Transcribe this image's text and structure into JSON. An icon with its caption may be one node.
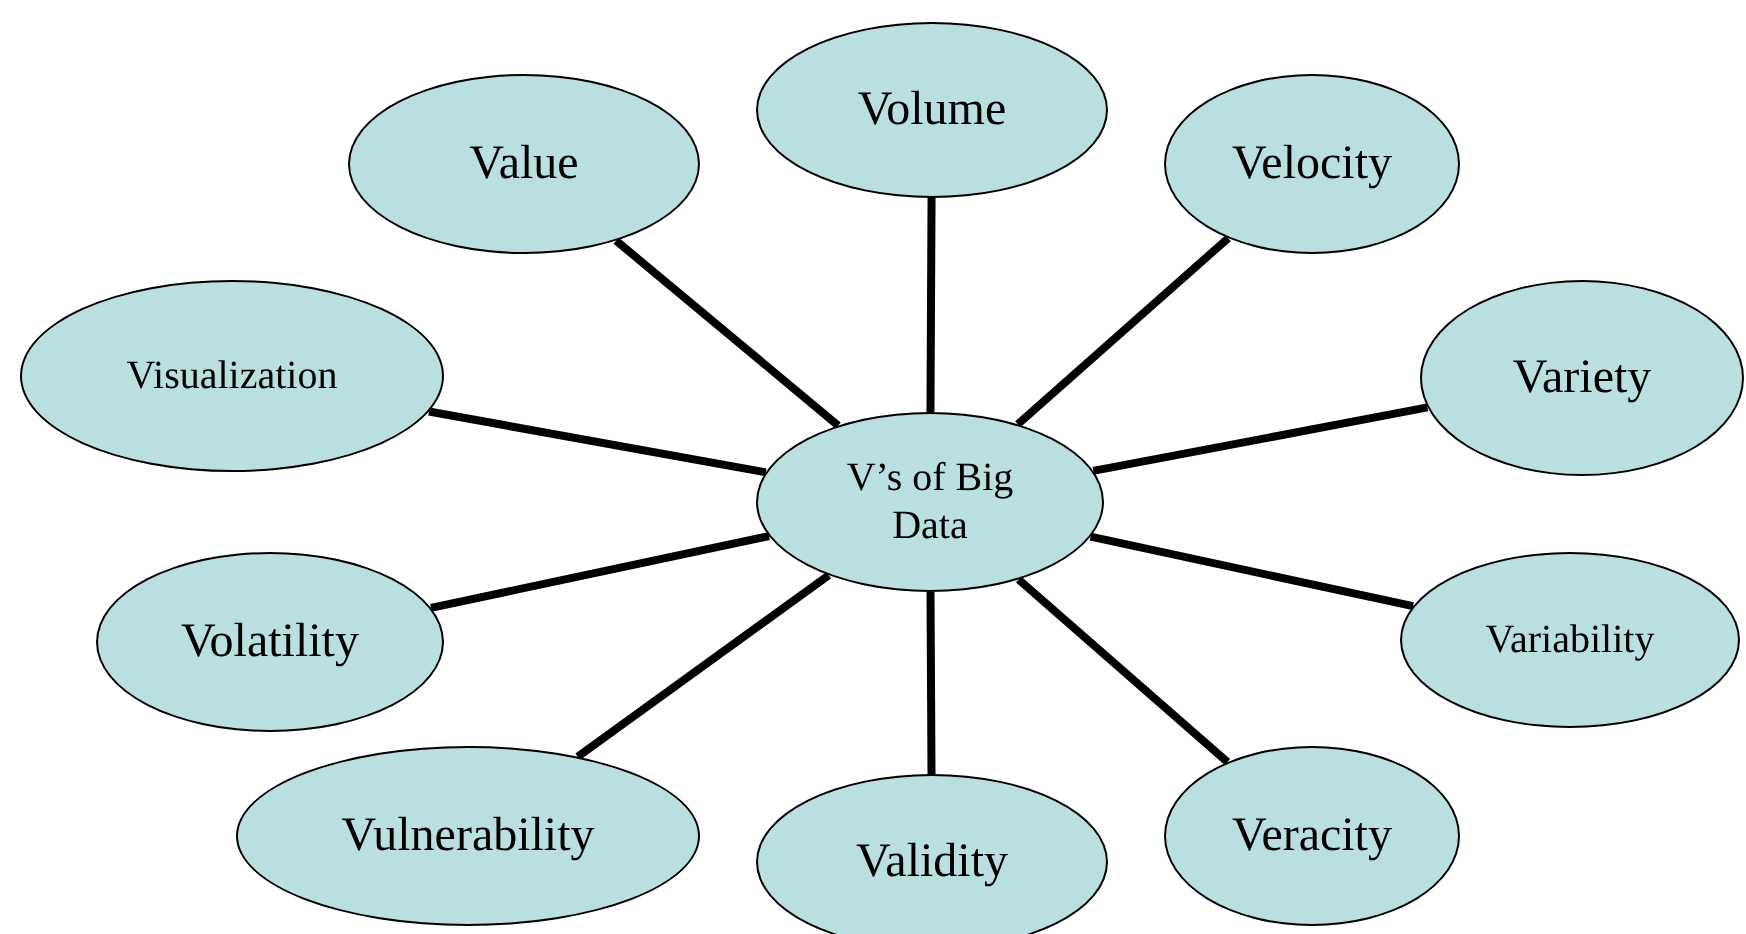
{
  "diagram": {
    "nodes": [
      {
        "text": [
          "Volume"
        ]
      },
      {
        "text": [
          "Value"
        ]
      },
      {
        "text": [
          "Velocity"
        ]
      },
      {
        "text": [
          "Visualization"
        ]
      },
      {
        "text": [
          "Variety"
        ]
      },
      {
        "text": [
          "V’s of Big Data"
        ]
      },
      {
        "text": [
          "Volatility"
        ]
      },
      {
        "text": [
          "Variability"
        ]
      },
      {
        "text": [
          "Vulnerability"
        ]
      },
      {
        "text": [
          "Validity"
        ]
      },
      {
        "text": [
          "Veracity"
        ]
      }
    ],
    "edges": [
      {
        "from": 5,
        "to": 0,
        "arrow": "none"
      },
      {
        "from": 5,
        "to": 1,
        "arrow": "none"
      },
      {
        "from": 5,
        "to": 2,
        "arrow": "none"
      },
      {
        "from": 5,
        "to": 3,
        "arrow": "none"
      },
      {
        "from": 5,
        "to": 4,
        "arrow": "none"
      },
      {
        "from": 5,
        "to": 6,
        "arrow": "none"
      },
      {
        "from": 5,
        "to": 7,
        "arrow": "none"
      },
      {
        "from": 5,
        "to": 8,
        "arrow": "none"
      },
      {
        "from": 5,
        "to": 9,
        "arrow": "none"
      },
      {
        "from": 5,
        "to": 10,
        "arrow": "none"
      }
    ]
  }
}
